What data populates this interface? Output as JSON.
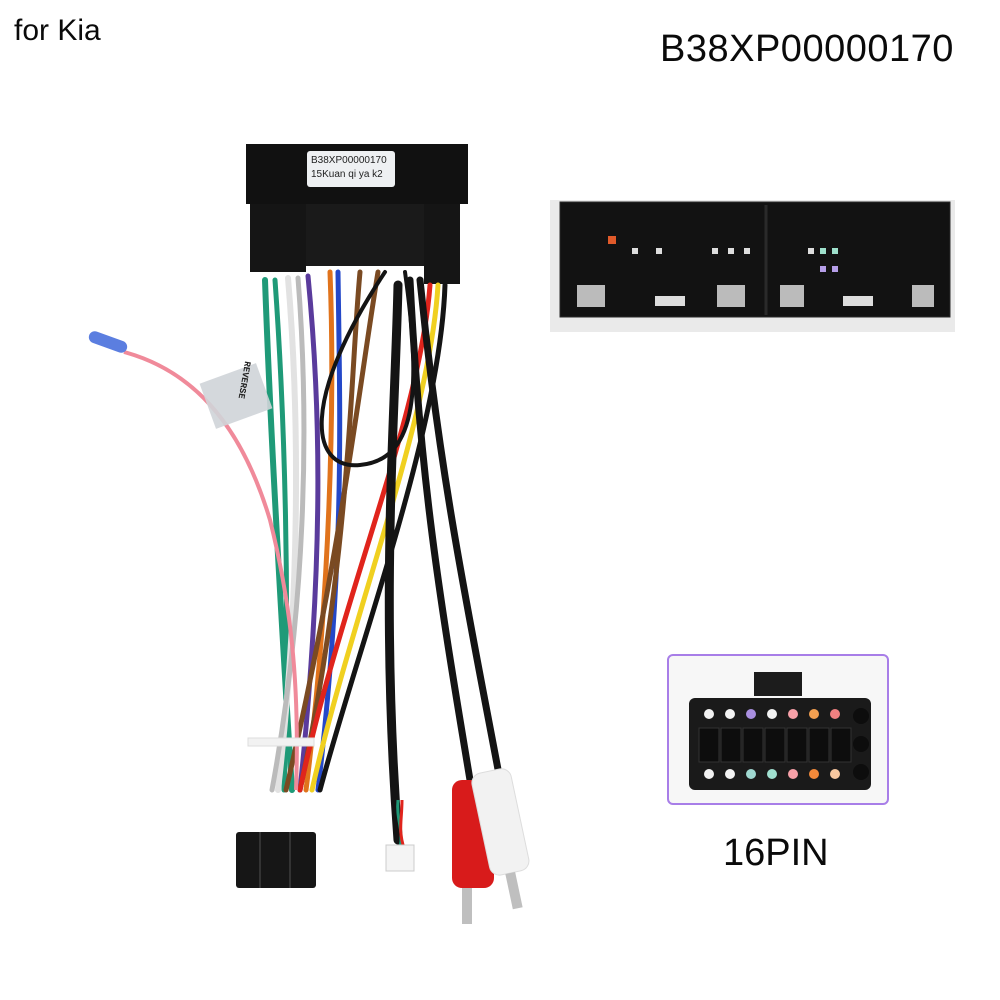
{
  "header": {
    "vehicle_label": "for Kia",
    "part_number": "B38XP00000170"
  },
  "main_connector": {
    "label_line1": "B38XP00000170",
    "label_line2": "15Kuan qi ya k2"
  },
  "reverse_tag": {
    "text": "REVERSE"
  },
  "inset": {
    "pin_count_label": "16PIN",
    "frame_color": "#a87ee8"
  },
  "wire_colors": {
    "green": "#1f9a78",
    "white": "#e8e8e8",
    "grey": "#9a9a9a",
    "purple": "#5a3b9c",
    "orange": "#e0731c",
    "blue": "#2448c8",
    "brown": "#7a4a22",
    "black": "#141414",
    "red": "#e0241c",
    "yellow": "#f0d020",
    "pink": "#f08a9a"
  }
}
